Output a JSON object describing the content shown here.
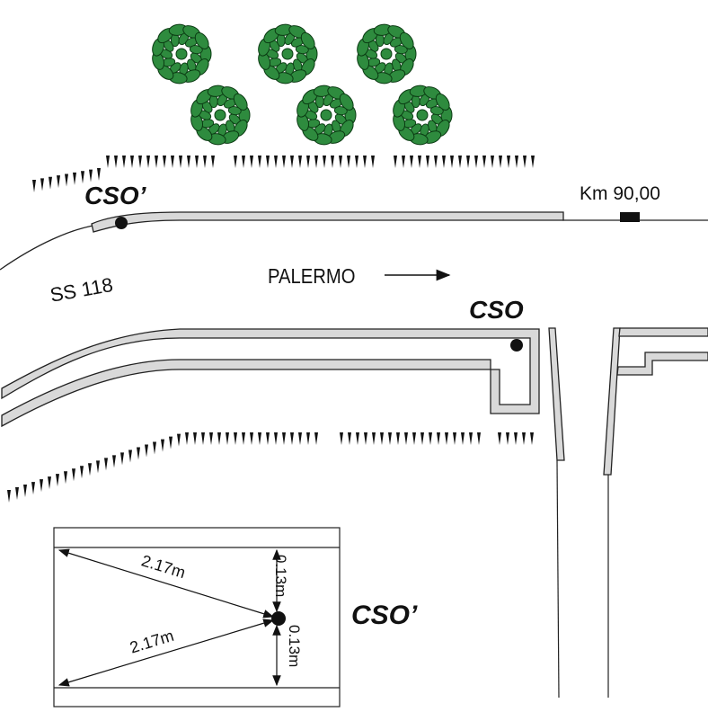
{
  "labels": {
    "cso_prime_top": "CSO’",
    "km_marker": "Km 90,00",
    "direction": "PALERMO",
    "road_name": "SS 118",
    "cso_main": "CSO",
    "cso_prime_inset": "CSO’"
  },
  "inset": {
    "dist_upper_diag": "2.17m",
    "dist_lower_diag": "2.17m",
    "dist_upper_vert": "0.13m",
    "dist_lower_vert": "0.13m"
  },
  "icons": {
    "tree": "tree-icon",
    "vegetation": "grass-tuft-icon",
    "sensor": "sensor-dot-icon",
    "km_marker": "km-marker-icon",
    "arrow": "arrow-right-icon"
  },
  "colors": {
    "tree_fill": "#2e8b3e",
    "tree_outline": "#0a3a12",
    "kerb_fill": "#d8d8d8",
    "line": "#222222"
  }
}
